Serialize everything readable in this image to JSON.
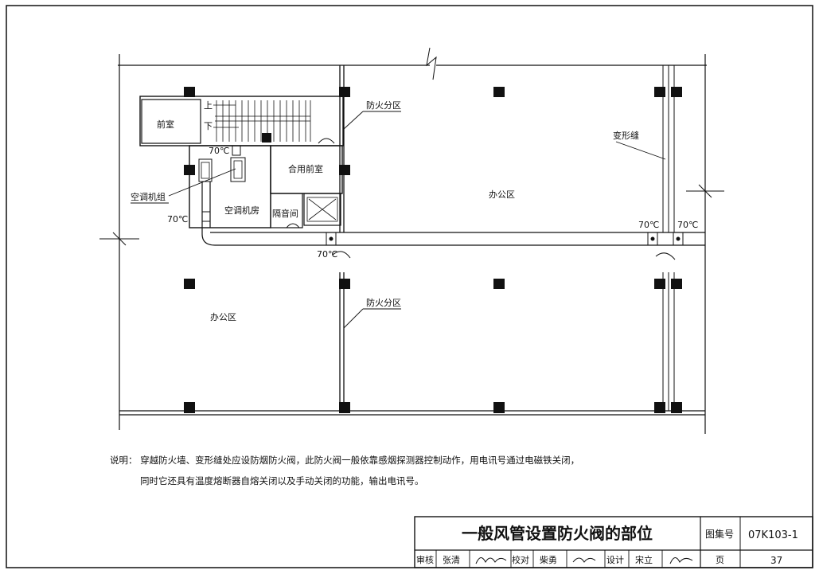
{
  "labels": {
    "stair_up": "上",
    "stair_down": "下",
    "front_room": "前室",
    "shared_front_room": "合用前室",
    "ac_unit": "空调机组",
    "ac_room": "空调机房",
    "sound_room": "隔音间",
    "fire_zone_top": "防火分区",
    "fire_zone_bottom": "防火分区",
    "expansion_joint": "变形缝",
    "office_top": "办公区",
    "office_bottom": "办公区",
    "temp_1": "70℃",
    "temp_2": "70℃",
    "temp_3": "70℃",
    "temp_4": "70℃",
    "temp_5": "70℃"
  },
  "notes": {
    "line1": "说明：  穿越防火墙、变形缝处应设防烟防火阀，此防火阀一般依靠感烟探测器控制动作，用电讯号通过电磁铁关闭，",
    "line2": "同时它还具有温度熔断器自熔关闭以及手动关闭的功能，输出电讯号。"
  },
  "title_block": {
    "title": "一般风管设置防火阀的部位",
    "atlas_label": "图集号",
    "atlas_no": "07K103-1",
    "review_label": "审核",
    "reviewer": "张清",
    "check_label": "校对",
    "checker": "柴勇",
    "design_label": "设计",
    "designer": "宋立",
    "page_label": "页",
    "page_no": "37"
  }
}
